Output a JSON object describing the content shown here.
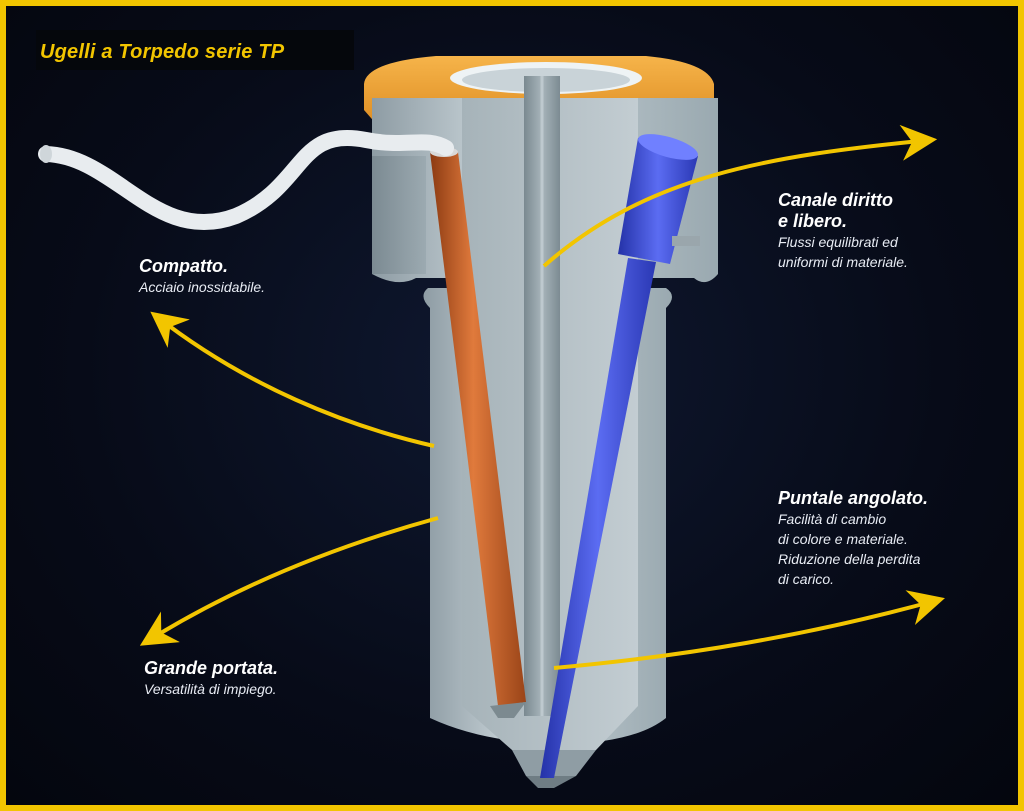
{
  "title": "Ugelli a Torpedo serie TP",
  "colors": {
    "accent": "#f2c500",
    "background": "#070b18",
    "steel": "#b9c6cc",
    "heater": "#c8612a",
    "thermocouple": "#3f4fd8",
    "flange": "#f0a02c"
  },
  "callouts": {
    "compatto": {
      "heading": "Compatto.",
      "lines": [
        "Acciaio inossidabile."
      ]
    },
    "canale": {
      "heading_lines": [
        "Canale diritto",
        "e libero."
      ],
      "lines": [
        "Flussi equilibrati ed",
        "uniformi di materiale."
      ]
    },
    "puntale": {
      "heading": "Puntale angolato.",
      "lines": [
        "Facilità di cambio",
        "di colore e materiale.",
        "Riduzione della perdita",
        "di carico."
      ]
    },
    "portata": {
      "heading": "Grande portata.",
      "lines": [
        "Versatilità di impiego."
      ]
    }
  }
}
